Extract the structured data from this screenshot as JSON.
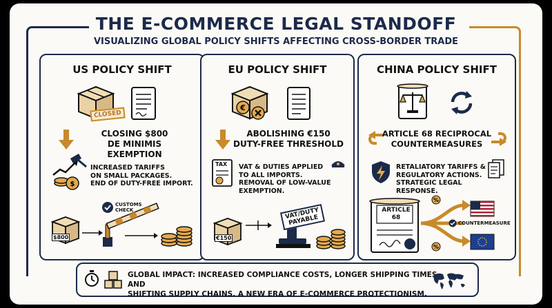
{
  "title": "THE E-COMMERCE LEGAL STANDOFF",
  "subtitle": "VISUALIZING GLOBAL POLICY SHIFTS AFFECTING CROSS-BORDER TRADE",
  "us": {
    "title": "US POLICY SHIFT",
    "stamp": "CLOSED",
    "headline_1": "CLOSING $800",
    "headline_2": "DE MINIMIS EXEMPTION",
    "detail_1": "INCREASED TARIFFS",
    "detail_2": "ON SMALL PACKAGES.",
    "detail_3": "END OF DUTY-FREE IMPORT.",
    "customs_1": "CUSTOMS",
    "customs_2": "CHECK",
    "box_label": "$800"
  },
  "eu": {
    "title": "EU POLICY SHIFT",
    "headline_1": "ABOLISHING €150",
    "headline_2": "DUTY-FREE THRESHOLD",
    "tax_label": "TAX",
    "detail_1": "VAT & DUTIES APPLIED",
    "detail_2": "TO ALL IMPORTS.",
    "detail_3": "REMOVAL OF LOW-VALUE",
    "detail_4": "EXEMPTION.",
    "box_label": "€150",
    "stamp_1": "VAT/DUTY",
    "stamp_2": "PAYABLE"
  },
  "china": {
    "title": "CHINA POLICY SHIFT",
    "headline_1": "ARTICLE 68 RECIPROCAL",
    "headline_2": "COUNTERMEASURES",
    "detail_1": "RETALIATORY TARIFFS &",
    "detail_2": "REGULATORY ACTIONS.",
    "detail_3": "STRATEGIC LEGAL RESPONSE.",
    "doc_1": "ARTICLE",
    "doc_2": "68",
    "countermeasure": "COUNTERMEASURE"
  },
  "footer": {
    "line_1": "GLOBAL IMPACT: INCREASED COMPLIANCE COSTS, LONGER SHIPPING TIMES, AND",
    "line_2": "SHIFTING SUPPLY CHAINS. A NEW ERA OF E-COMMERCE PROTECTIONISM."
  },
  "colors": {
    "navy": "#1c2a4a",
    "gold": "#c88a2c",
    "box": "#e9d2a6",
    "cream": "#fbfaf6"
  }
}
